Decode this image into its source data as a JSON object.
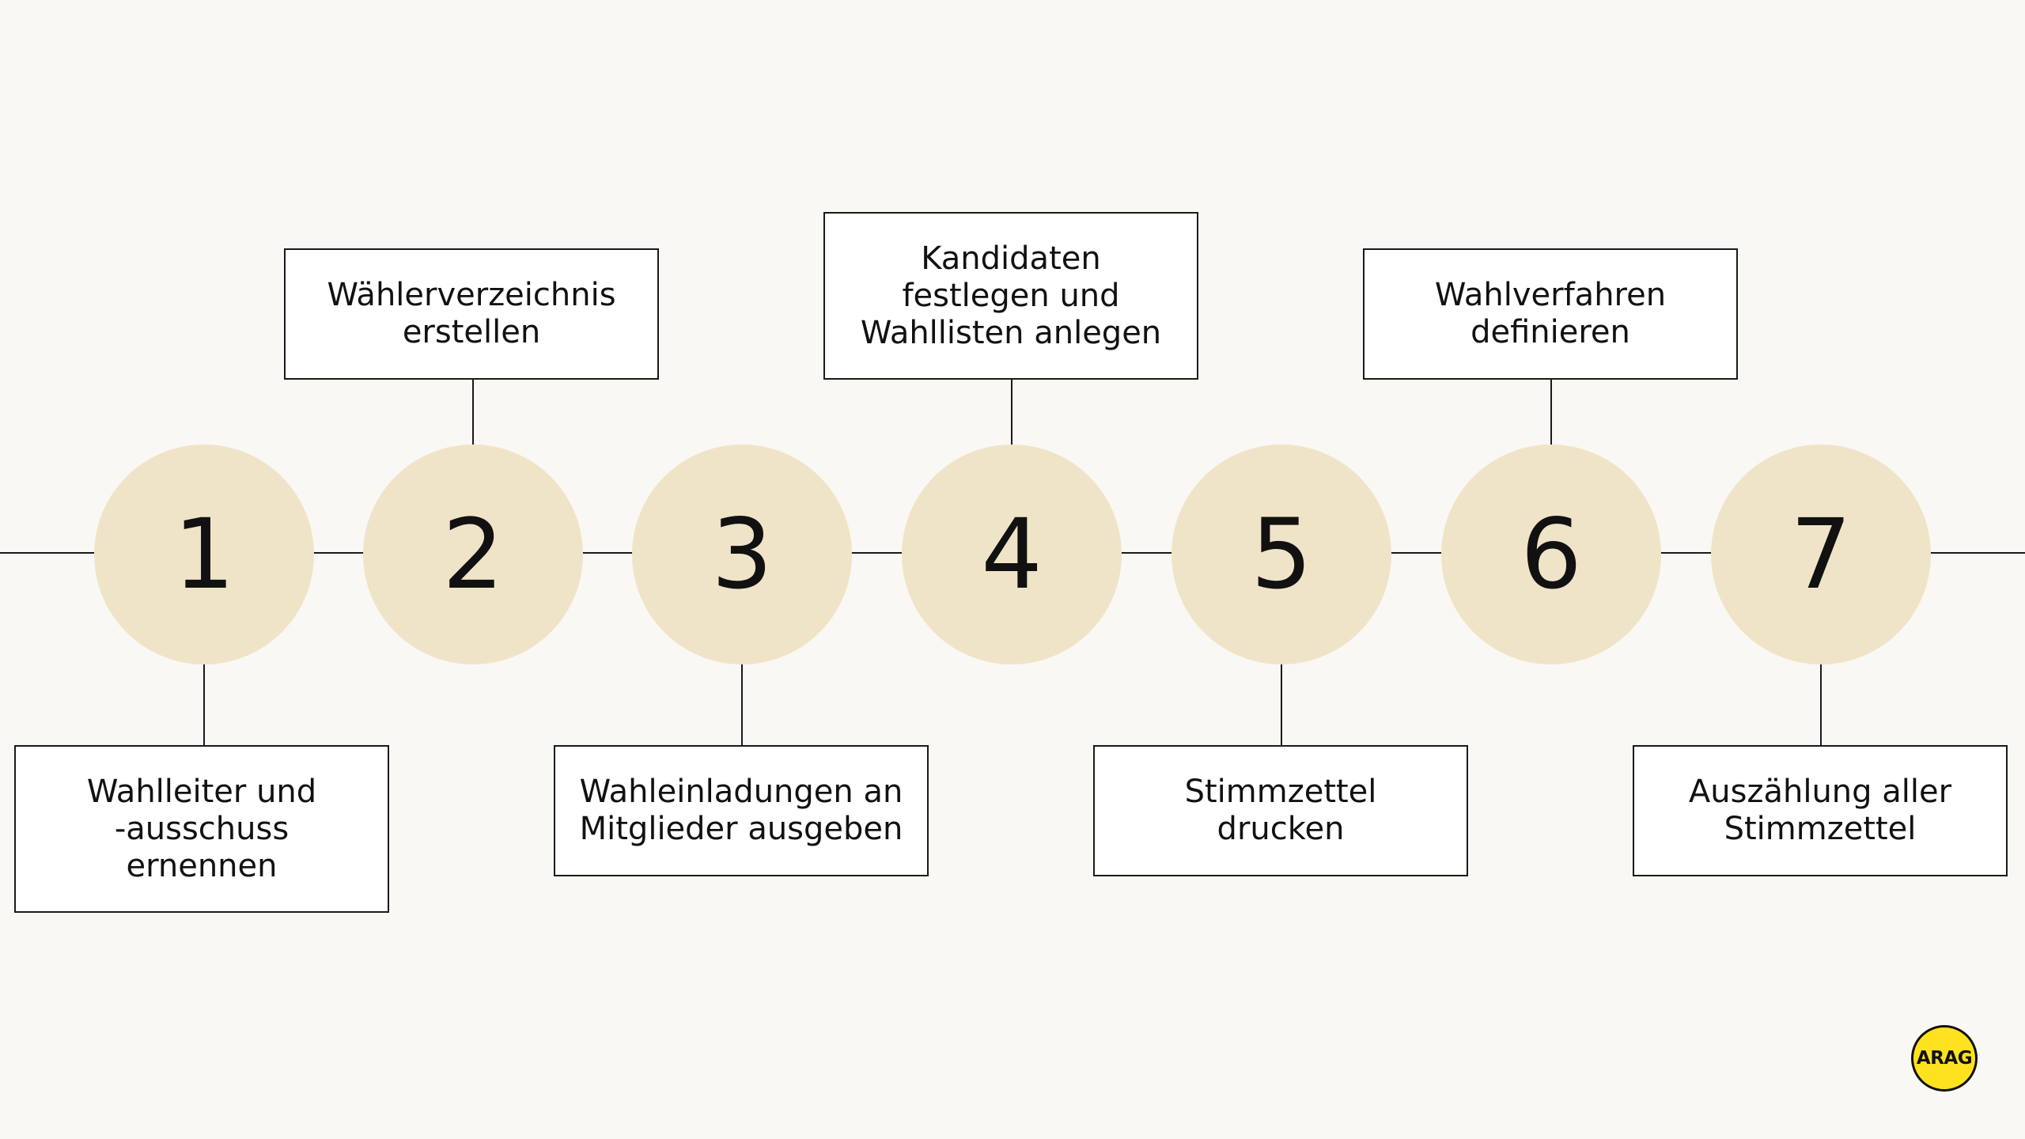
{
  "steps": [
    {
      "number": "1",
      "label": "Wahlleiter und\n-ausschuss\nernennen"
    },
    {
      "number": "2",
      "label": "Wählerverzeichnis\nerstellen"
    },
    {
      "number": "3",
      "label": "Wahleinladungen an\nMitglieder ausgeben"
    },
    {
      "number": "4",
      "label": "Kandidaten\nfestlegen und\nWahllisten anlegen"
    },
    {
      "number": "5",
      "label": "Stimmzettel\ndrucken"
    },
    {
      "number": "6",
      "label": "Wahlverfahren\ndefinieren"
    },
    {
      "number": "7",
      "label": "Auszählung aller\nStimmzettel"
    }
  ],
  "logo": {
    "text": "ARAG"
  },
  "colors": {
    "background": "#faf8f4",
    "circle": "#f0e4c8",
    "line": "#1a1a1a",
    "logo": "#ffe21f"
  }
}
